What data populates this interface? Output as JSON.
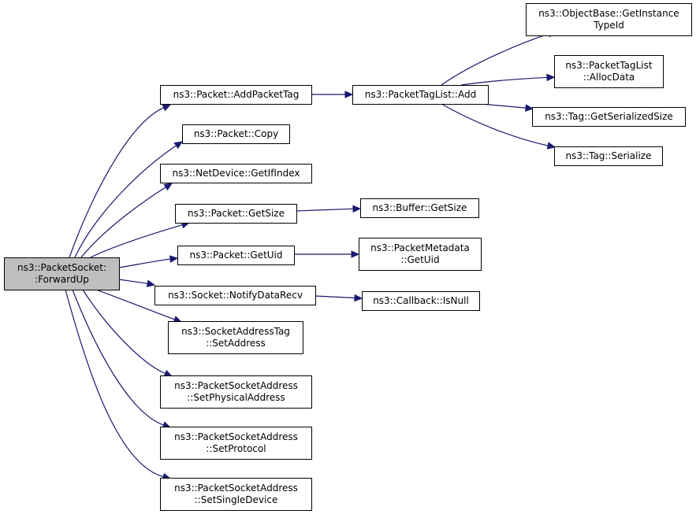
{
  "nodes": [
    {
      "id": "root",
      "lines": [
        "ns3::PacketSocket:",
        ":ForwardUp"
      ],
      "root": true
    },
    {
      "id": "addtag",
      "lines": [
        "ns3::Packet::AddPacketTag"
      ]
    },
    {
      "id": "copy",
      "lines": [
        "ns3::Packet::Copy"
      ]
    },
    {
      "id": "getifindex",
      "lines": [
        "ns3::NetDevice::GetIfIndex"
      ]
    },
    {
      "id": "getsize",
      "lines": [
        "ns3::Packet::GetSize"
      ]
    },
    {
      "id": "getuid",
      "lines": [
        "ns3::Packet::GetUid"
      ]
    },
    {
      "id": "notify",
      "lines": [
        "ns3::Socket::NotifyDataRecv"
      ]
    },
    {
      "id": "setaddr",
      "lines": [
        "ns3::SocketAddressTag",
        "::SetAddress"
      ]
    },
    {
      "id": "setphys",
      "lines": [
        "ns3::PacketSocketAddress",
        "::SetPhysicalAddress"
      ]
    },
    {
      "id": "setproto",
      "lines": [
        "ns3::PacketSocketAddress",
        "::SetProtocol"
      ]
    },
    {
      "id": "setsingle",
      "lines": [
        "ns3::PacketSocketAddress",
        "::SetSingleDevice"
      ]
    },
    {
      "id": "taglistadd",
      "lines": [
        "ns3::PacketTagList::Add"
      ]
    },
    {
      "id": "objbase",
      "lines": [
        "ns3::ObjectBase::GetInstance",
        "TypeId"
      ]
    },
    {
      "id": "allocdata",
      "lines": [
        "ns3::PacketTagList",
        "::AllocData"
      ]
    },
    {
      "id": "getser",
      "lines": [
        "ns3::Tag::GetSerializedSize"
      ]
    },
    {
      "id": "serialize",
      "lines": [
        "ns3::Tag::Serialize"
      ]
    },
    {
      "id": "bufsize",
      "lines": [
        "ns3::Buffer::GetSize"
      ]
    },
    {
      "id": "metauid",
      "lines": [
        "ns3::PacketMetadata",
        "::GetUid"
      ]
    },
    {
      "id": "isnull",
      "lines": [
        "ns3::Callback::IsNull"
      ]
    }
  ],
  "edges": [
    {
      "from": "root",
      "to": "addtag"
    },
    {
      "from": "root",
      "to": "copy"
    },
    {
      "from": "root",
      "to": "getifindex"
    },
    {
      "from": "root",
      "to": "getsize"
    },
    {
      "from": "root",
      "to": "getuid"
    },
    {
      "from": "root",
      "to": "notify"
    },
    {
      "from": "root",
      "to": "setaddr"
    },
    {
      "from": "root",
      "to": "setphys"
    },
    {
      "from": "root",
      "to": "setproto"
    },
    {
      "from": "root",
      "to": "setsingle"
    },
    {
      "from": "addtag",
      "to": "taglistadd"
    },
    {
      "from": "taglistadd",
      "to": "objbase"
    },
    {
      "from": "taglistadd",
      "to": "allocdata"
    },
    {
      "from": "taglistadd",
      "to": "getser"
    },
    {
      "from": "taglistadd",
      "to": "serialize"
    },
    {
      "from": "getsize",
      "to": "bufsize"
    },
    {
      "from": "getuid",
      "to": "metauid"
    },
    {
      "from": "notify",
      "to": "isnull"
    }
  ]
}
